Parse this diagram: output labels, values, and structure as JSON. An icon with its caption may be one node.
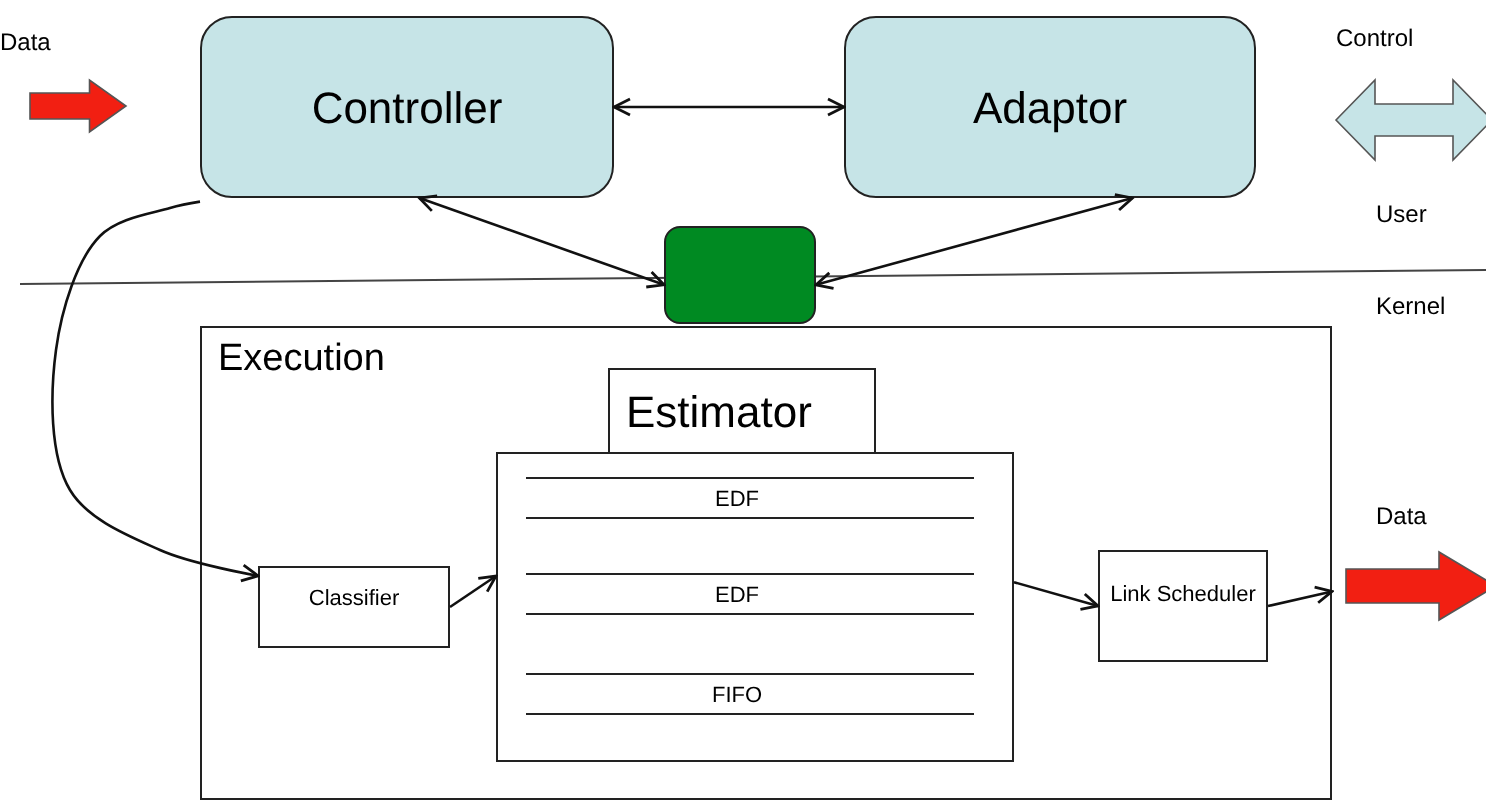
{
  "diagram": {
    "nodes": [
      {
        "text": [
          "Controller"
        ]
      },
      {
        "text": [
          "Adaptor"
        ]
      },
      {
        "text": [],
        "shape": "box"
      },
      {
        "text": [
          "Execution"
        ]
      },
      {
        "text": [
          "Estimator"
        ],
        "in": 3
      },
      {
        "text": [
          "EDF",
          "EDF",
          "FIFO"
        ],
        "in": 3
      },
      {
        "text": [
          "Classifier"
        ],
        "in": 3
      },
      {
        "text": [
          "Link Scheduler"
        ],
        "in": 3
      },
      {
        "text": [],
        "shape": "arrow",
        "beside": [
          "Data"
        ]
      },
      {
        "text": [],
        "shape": "double-arrow",
        "beside": [
          "Control"
        ]
      },
      {
        "text": [],
        "shape": "arrow",
        "beside": [
          "Data"
        ]
      }
    ],
    "edges": [
      {
        "from": 0,
        "to": 1,
        "arrow": "both"
      },
      {
        "from": 0,
        "to": 2,
        "arrow": "both"
      },
      {
        "from": 1,
        "to": 2,
        "arrow": "both"
      },
      {
        "from": 0,
        "to": 6,
        "arrow": "to"
      },
      {
        "from": 6,
        "to": 5,
        "arrow": "to"
      },
      {
        "from": 5,
        "to": 7,
        "arrow": "to"
      },
      {
        "from": 7,
        "to": 3,
        "arrow": "to"
      }
    ],
    "labels": [
      "User",
      "Kernel"
    ]
  }
}
